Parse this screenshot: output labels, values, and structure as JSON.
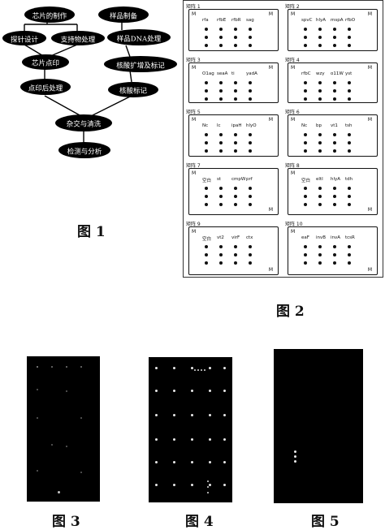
{
  "figure1": {
    "label": "图 1",
    "nodes": {
      "chip_making": "芯片的制作",
      "sample_prep": "样品制备",
      "probe_design": "探针设计",
      "support_treat": "支持物处理",
      "sample_dna": "样品DNA处理",
      "spotting": "芯片点印",
      "amplify_label": "核酸扩增及标记",
      "post_treat": "点印后处理",
      "label_nucleic": "核酸标记",
      "hybridize": "杂交与清洗",
      "detect": "检测与分析"
    }
  },
  "figure2": {
    "label": "图 2",
    "matrices": [
      {
        "title": "矩阵 1",
        "genes": [
          "rfa",
          "rfbE",
          "rfbR",
          "sag"
        ]
      },
      {
        "title": "矩阵 2",
        "genes": [
          "spvC",
          "hlyA",
          "mspA",
          "rfbO"
        ]
      },
      {
        "title": "矩阵 3",
        "genes": [
          "O1ag",
          "seaA",
          "ti",
          "yadA"
        ]
      },
      {
        "title": "矩阵 4",
        "genes": [
          "rfbC",
          "wzy",
          "o11W",
          "yst"
        ]
      },
      {
        "title": "矩阵 5",
        "genes": [
          "Nc",
          "lc",
          "ipaH",
          "hlyO"
        ]
      },
      {
        "title": "矩阵 6",
        "genes": [
          "Nc",
          "bp",
          "vt1",
          "tsh"
        ]
      },
      {
        "title": "矩阵 7",
        "genes": [
          "空白",
          "st",
          "cmpW",
          "prf"
        ]
      },
      {
        "title": "矩阵 8",
        "genes": [
          "空白",
          "eltI",
          "hlyA",
          "tdh"
        ]
      },
      {
        "title": "矩阵 9",
        "genes": [
          "空白",
          "vt2",
          "virF",
          "ctx"
        ]
      },
      {
        "title": "矩阵 10",
        "genes": [
          "eaF",
          "invB",
          "invA",
          "tcsR"
        ]
      }
    ],
    "corner_m": "M",
    "corner_mr": "M"
  },
  "figure3": {
    "label": "图 3"
  },
  "figure4": {
    "label": "图 4"
  },
  "figure5": {
    "label": "图 5"
  }
}
